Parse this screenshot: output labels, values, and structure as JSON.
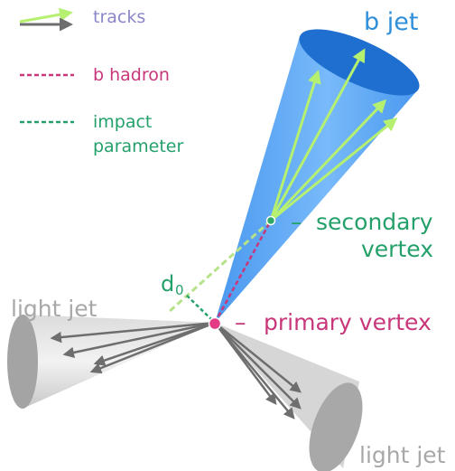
{
  "legend": {
    "tracks": "tracks",
    "b_hadron": "b hadron",
    "impact_line1": "impact",
    "impact_line2": "parameter"
  },
  "labels": {
    "b_jet": "b jet",
    "light_jet_left": "light jet",
    "light_jet_bottom": "light jet",
    "secondary_dash": "–",
    "secondary_line1": "secondary",
    "secondary_line2": "vertex",
    "primary_dash": "–",
    "primary": "primary vertex",
    "d0_main": "d",
    "d0_sub": "0"
  },
  "colors": {
    "legend_tracks_text": "#8a86c8",
    "b_hadron": "#c7377a",
    "impact": "#24a06a",
    "b_jet_text": "#2f8fd8",
    "light_jet_text": "#a8a8a8",
    "track_green": "#b6f070",
    "track_gray": "#6e6e6e",
    "cone_blue": "#5aa8f5",
    "cone_gray": "#d2d2d2"
  }
}
